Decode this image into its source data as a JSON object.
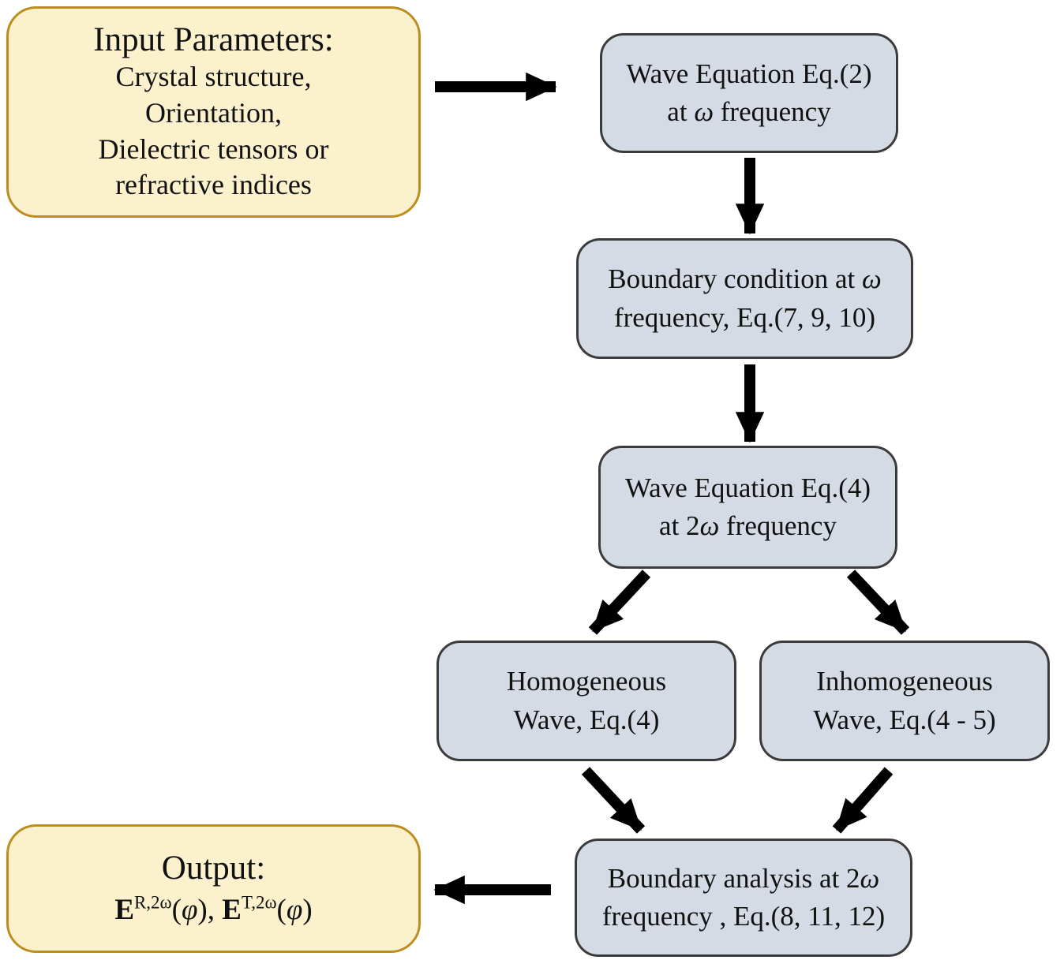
{
  "figure": {
    "type": "flowchart",
    "description": "SHG modeling workflow from input parameters through wave equations and boundary analysis to output fields"
  },
  "colors": {
    "io_fill": "#FCF1CD",
    "io_border": "#BD8E1E",
    "process_fill": "#D5DBE4",
    "process_border": "#3B3B3B",
    "arrow": "#000000",
    "background": "#FFFFFF"
  },
  "nodes": {
    "input": {
      "title": "Input Parameters:",
      "lines": [
        "Crystal structure,",
        "Orientation,",
        "Dielectric tensors or",
        "refractive indices"
      ]
    },
    "wave_eq_omega": {
      "line1": "Wave Equation Eq.(2)",
      "line2_pre": "at ",
      "omega": "ω",
      "line2_post": " frequency"
    },
    "boundary_condition": {
      "line1_pre": "Boundary condition at ",
      "omega": "ω",
      "line2": "frequency, Eq.(7, 9, 10)"
    },
    "wave_eq_2omega": {
      "line1": "Wave Equation Eq.(4)",
      "line2_pre": "at 2",
      "omega": "ω",
      "line2_post": " frequency"
    },
    "homogeneous": {
      "line1": "Homogeneous",
      "line2": "Wave, Eq.(4)"
    },
    "inhomogeneous": {
      "line1": "Inhomogeneous",
      "line2": "Wave, Eq.(4 - 5)"
    },
    "boundary_analysis": {
      "line1_pre": "Boundary analysis at 2",
      "omega": "ω",
      "line2": "frequency , Eq.(8, 11, 12)"
    },
    "output": {
      "title": "Output:",
      "e": "E",
      "sup_r": "R,2ω",
      "sup_t": "T,2ω",
      "open_paren": "(",
      "phi": "φ",
      "close_paren": ")",
      "separator": ", "
    }
  }
}
